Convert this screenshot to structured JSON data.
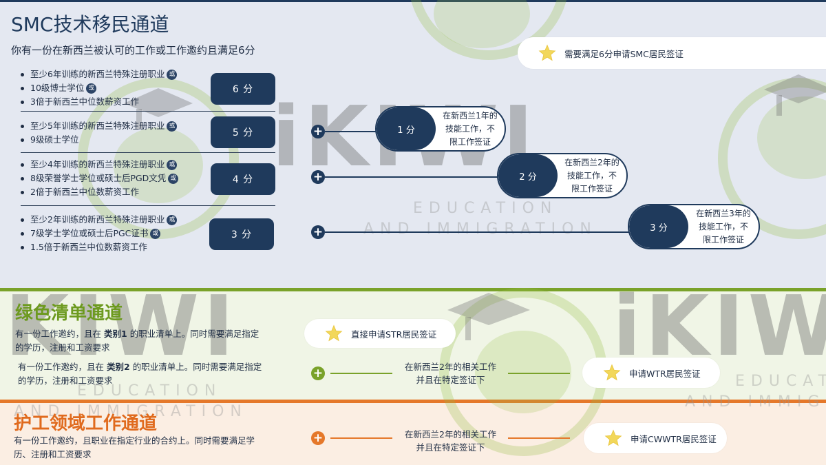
{
  "smc": {
    "title": "SMC技术移民通道",
    "subtitle": "你有一份在新西兰被认可的工作或工作邀约且满足6分",
    "or_label": "或",
    "groups": [
      {
        "items": [
          "至少6年训练的新西兰特殊注册职业",
          "10级博士学位",
          "3倍于新西兰中位数薪资工作"
        ],
        "points": "6 分"
      },
      {
        "items": [
          "至少5年训练的新西兰特殊注册职业",
          "9级硕士学位"
        ],
        "points": "5 分"
      },
      {
        "items": [
          "至少4年训练的新西兰特殊注册职业",
          "8级荣誉学士学位或硕士后PGD文凭",
          "2倍于新西兰中位数薪资工作"
        ],
        "points": "4 分"
      },
      {
        "items": [
          "至少2年训练的新西兰特殊注册职业",
          "7级学士学位或硕士后PGC证书",
          "1.5倍于新西兰中位数薪资工作"
        ],
        "points": "3 分"
      }
    ],
    "capsules": [
      {
        "points": "1 分",
        "text_lines": [
          "在新西兰1年的",
          "技能工作，不",
          "限工作签证"
        ]
      },
      {
        "points": "2 分",
        "text_lines": [
          "在新西兰2年的",
          "技能工作，不",
          "限工作签证"
        ]
      },
      {
        "points": "3 分",
        "text_lines": [
          "在新西兰3年的",
          "技能工作，不",
          "限工作签证"
        ]
      }
    ],
    "goal": "需要满足6分申请SMC居民签证"
  },
  "green": {
    "title": "绿色清单通道",
    "cat1_pre": "有一份工作邀约，且在",
    "cat1_bold": "类别1",
    "cat1_post_line1": "的职业清单上。同时需要满足指定",
    "cat1_line2": "的学历，注册和工资要求",
    "cat1_result": "直接申请STR居民签证",
    "cat2_pre": "有一份工作邀约，且在",
    "cat2_bold": "类别2",
    "cat2_post_line1": "的职业清单上。同时需要满足指定",
    "cat2_line2": "的学历，注册和工资要求",
    "cat2_condition_line1": "在新西兰2年的相关工作",
    "cat2_condition_line2": "并且在特定签证下",
    "cat2_result": "申请WTR居民签证"
  },
  "nurse": {
    "title": "护工领域工作通道",
    "desc_line1": "有一份工作邀约，且职业在指定行业的合约上。同时需要满足学",
    "desc_line2": "历、注册和工资要求",
    "condition_line1": "在新西兰2年的相关工作",
    "condition_line2": "并且在特定签证下",
    "result": "申请CWWTR居民签证"
  },
  "watermark": {
    "logo": "iKIWI",
    "line1": "EDUCATION",
    "line2": "AND IMMIGRATION"
  },
  "colors": {
    "navy": "#1f3a5c",
    "green": "#7aa22a",
    "orange": "#e5782a",
    "star": "#f2d75a"
  }
}
